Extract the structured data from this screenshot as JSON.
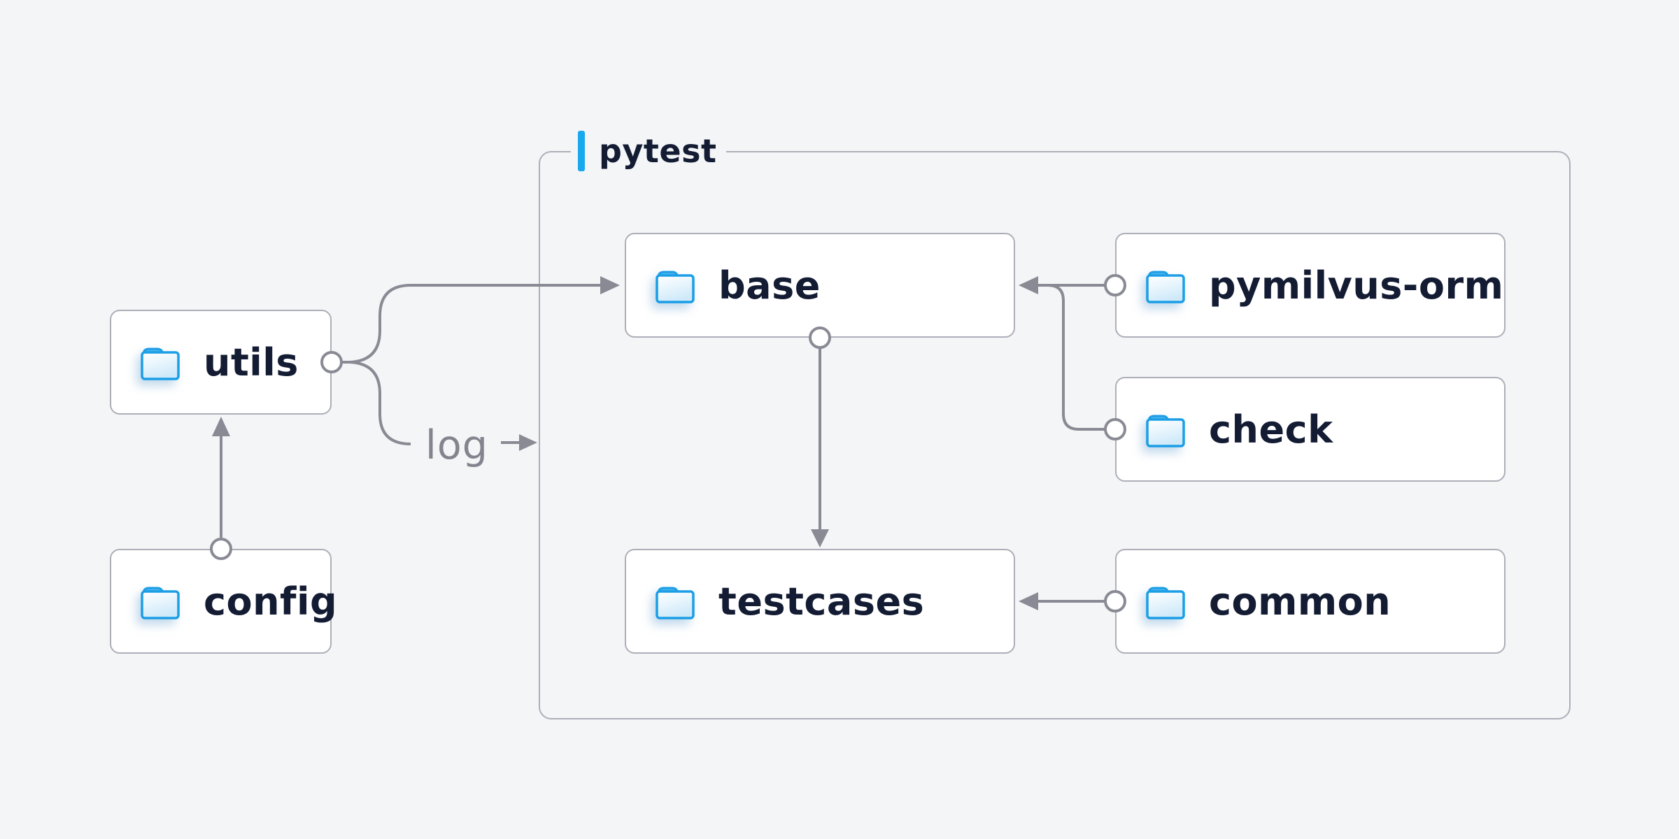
{
  "diagram": {
    "type": "folder-dependency-diagram",
    "container": {
      "label": "pytest",
      "accent_color": "#18a8ee"
    },
    "nodes": [
      {
        "id": "utils",
        "label": "utils",
        "inside_container": false
      },
      {
        "id": "config",
        "label": "config",
        "inside_container": false
      },
      {
        "id": "base",
        "label": "base",
        "inside_container": true
      },
      {
        "id": "pymilvus-orm",
        "label": "pymilvus-orm",
        "inside_container": true
      },
      {
        "id": "check",
        "label": "check",
        "inside_container": true
      },
      {
        "id": "testcases",
        "label": "testcases",
        "inside_container": true
      },
      {
        "id": "common",
        "label": "common",
        "inside_container": true
      }
    ],
    "edges": [
      {
        "from": "config",
        "to": "utils"
      },
      {
        "from": "utils",
        "to": "base"
      },
      {
        "from": "utils",
        "to": "pytest-container",
        "label": "log"
      },
      {
        "from": "pymilvus-orm",
        "to": "base"
      },
      {
        "from": "check",
        "to": "base"
      },
      {
        "from": "base",
        "to": "testcases"
      },
      {
        "from": "common",
        "to": "testcases"
      }
    ],
    "edge_label": "log",
    "colors": {
      "background": "#f4f5f7",
      "node_background": "#ffffff",
      "node_border": "#aeaeb9",
      "node_text": "#131c33",
      "connector": "#8a8a95",
      "accent_blue": "#18a8ee",
      "folder_outline": "#1b9ee6",
      "folder_tab": "#4cb4ec",
      "folder_body_top": "#ffffff",
      "folder_body_bottom": "#cfe9f9"
    }
  }
}
